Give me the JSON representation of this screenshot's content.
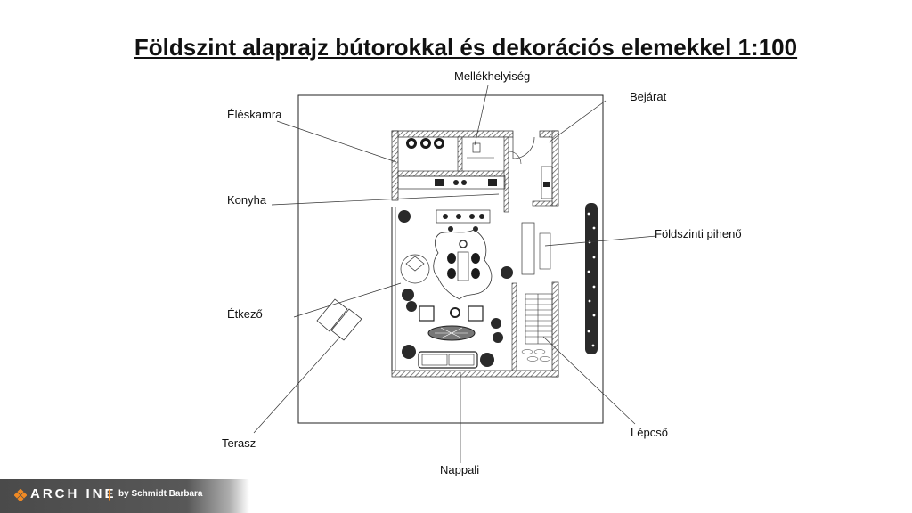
{
  "title": "Földszint alaprajz bútorokkal és dekorációs elemekkel 1:100",
  "labels": {
    "mellekhelyiseg": "Mellékhelyiség",
    "bejarat": "Bejárat",
    "eleskamra": "Éléskamra",
    "konyha": "Konyha",
    "foldszinti_piheno": "Földszinti pihenő",
    "etkezo": "Étkező",
    "terasz": "Terasz",
    "lepcso": "Lépcső",
    "nappali": "Nappali"
  },
  "footer": {
    "brand": "ARCH INE",
    "brand_separator": "|",
    "author": "by Schmidt Barbara"
  },
  "colors": {
    "accent": "#f08a24",
    "wall_hatch": "#555555",
    "vegetation": "#2a2a2a"
  }
}
